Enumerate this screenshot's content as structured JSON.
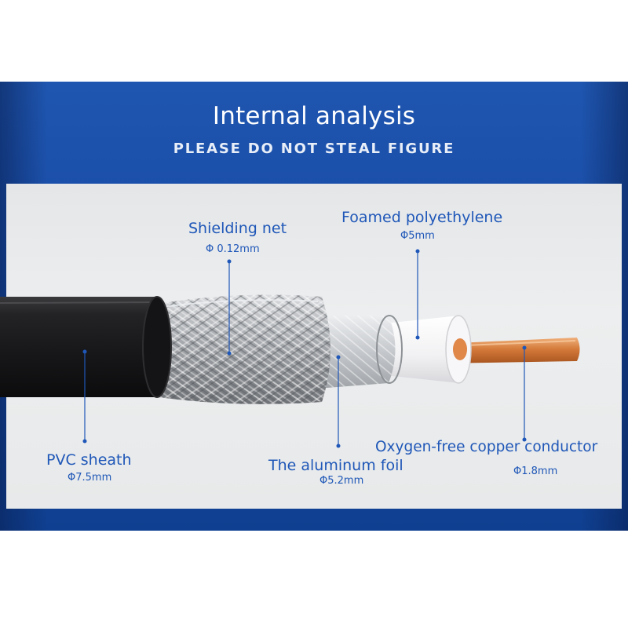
{
  "header": {
    "title": "Internal analysis",
    "subtitle": "PLEASE DO NOT STEAL FIGURE"
  },
  "labels": {
    "shielding_net": {
      "name": "Shielding net",
      "dim": "Φ 0.12mm"
    },
    "foamed_polyethylene": {
      "name": "Foamed polyethylene",
      "dim": "Φ5mm"
    },
    "pvc_sheath": {
      "name": "PVC sheath",
      "dim": "Φ7.5mm"
    },
    "aluminum_foil": {
      "name": "The aluminum foil",
      "dim": "Φ5.2mm"
    },
    "copper_conductor": {
      "name": "Oxygen-free copper conductor",
      "dim": "Φ1.8mm"
    }
  },
  "colors": {
    "banner_blue": "#1a4ea8",
    "label_blue": "#1f57b8",
    "sheath_black": "#1b1b1d",
    "braid_silver": "#b9bcc0",
    "foam_white": "#f4f4f6",
    "copper": "#d27a3c"
  }
}
